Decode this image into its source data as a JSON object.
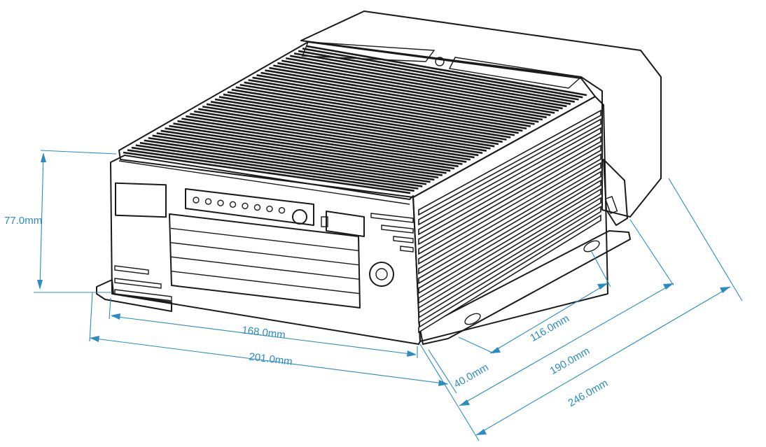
{
  "colors": {
    "line": "#1a1a1a",
    "dimension": "#2b8cc4",
    "background": "#ffffff"
  },
  "dimensions": {
    "height": "77.0mm",
    "front_width": "168.0mm",
    "overall_width": "201.0mm",
    "ear_depth": "40.0mm",
    "hole_spacing": "116.0mm",
    "body_depth": "190.0mm",
    "overall_depth": "246.0mm"
  },
  "front_panel": {
    "indicator_count": 8
  }
}
